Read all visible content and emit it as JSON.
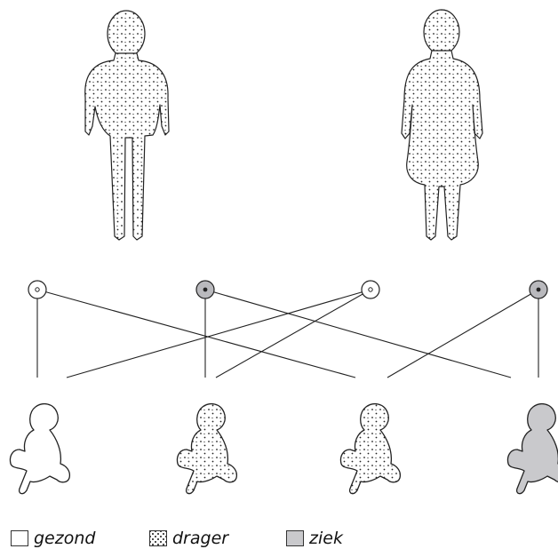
{
  "figure": {
    "parents": [
      {
        "role": "father",
        "status": "drager",
        "alleles": [
          "healthy",
          "affected"
        ]
      },
      {
        "role": "mother",
        "status": "drager",
        "alleles": [
          "healthy",
          "affected"
        ]
      }
    ],
    "children": [
      {
        "status": "gezond"
      },
      {
        "status": "drager"
      },
      {
        "status": "drager"
      },
      {
        "status": "ziek"
      }
    ],
    "colors": {
      "healthy": "#ffffff",
      "affected_allele": "#b9b9bd",
      "sick_fill": "#c9c9cc",
      "dots": "#222222",
      "stroke": "#222222"
    }
  },
  "legend": {
    "healthy": "gezond",
    "carrier": "drager",
    "sick": "ziek"
  }
}
